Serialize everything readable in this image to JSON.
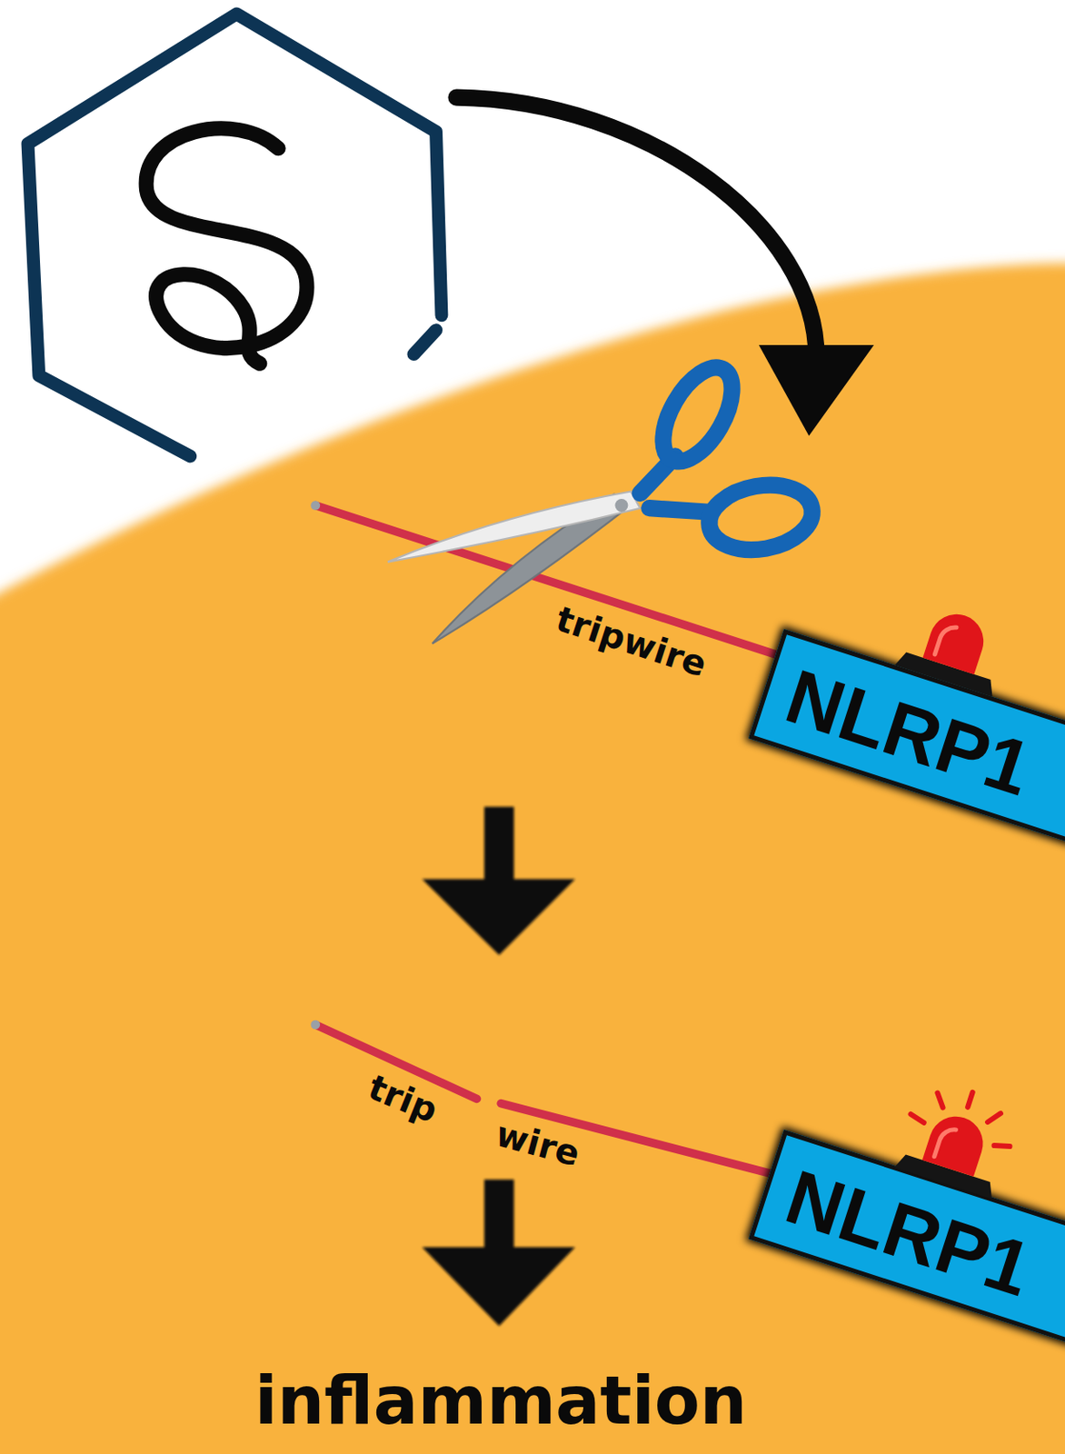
{
  "diagram": {
    "nodes": [
      {
        "text": [
          "NLRP1"
        ]
      },
      {
        "text": [
          "NLRP1"
        ]
      }
    ],
    "labels": [
      "tripwire",
      "trip",
      "wire",
      "inflammation"
    ]
  }
}
